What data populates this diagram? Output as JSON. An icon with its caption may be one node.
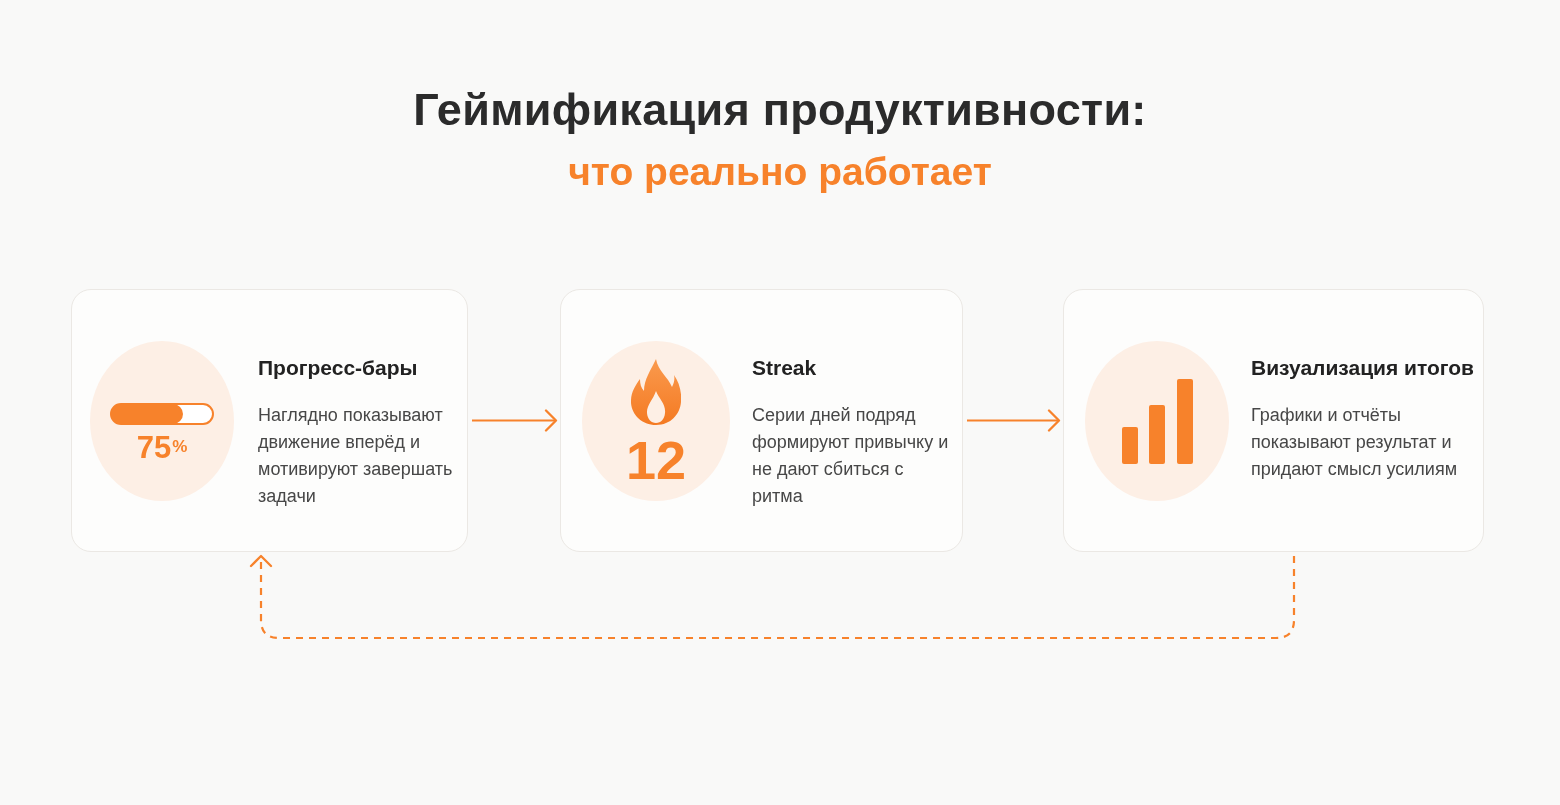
{
  "diagram": {
    "title": "Геймификация продуктивности:",
    "nodes": [
      {
        "text": [
          "Прогресс-бары",
          "Наглядно показывают движение вперёд и мотивируют завершать задачи"
        ]
      },
      {
        "text": [
          "75$^{%}$"
        ],
        "in": 0
      },
      {
        "text": [
          "Streak",
          "Серии дней подряд формируют привычку и не дают сбиться с ритма"
        ]
      },
      {
        "text": [
          "12"
        ],
        "in": 2
      },
      {
        "text": [
          "Визуализация итогов",
          "Графики и отчёты показывают результат и придают смысл усилиям"
        ]
      },
      {
        "text": [],
        "shape": "circle",
        "in": 4
      }
    ],
    "edges": [
      {
        "from": 0,
        "to": 2,
        "arrow": "to"
      },
      {
        "from": 2,
        "to": 4,
        "arrow": "to"
      },
      {
        "from": 4,
        "to": 0,
        "arrow": "to",
        "style": "dashed"
      }
    ],
    "labels": [
      "что реально работает"
    ]
  }
}
